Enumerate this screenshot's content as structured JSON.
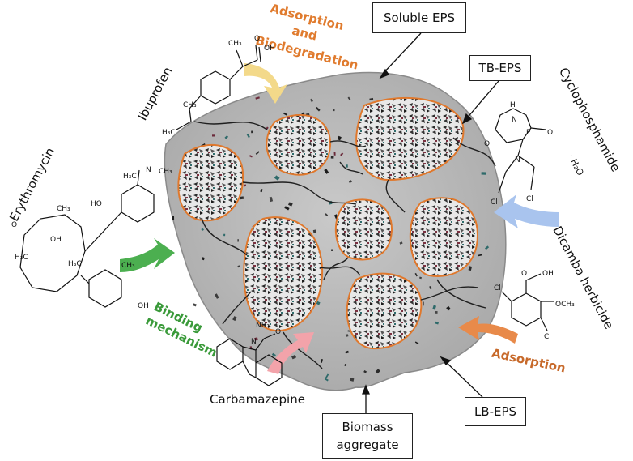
{
  "boxes": {
    "soluble_eps": "Soluble EPS",
    "tb_eps": "TB-EPS",
    "lb_eps": "LB-EPS",
    "biomass_line1": "Biomass",
    "biomass_line2": "aggregate"
  },
  "mechanisms": {
    "adsorption_biodeg_line1": "Adsorption",
    "adsorption_biodeg_line2": "and",
    "adsorption_biodeg_line3": "Biodegradation",
    "binding_line1": "Binding",
    "binding_line2": "mechanism",
    "adsorption": "Adsorption"
  },
  "compounds": {
    "ibuprofen": "Ibuprofen",
    "erythromycin": "Erythromycin",
    "cyclophosphamide": "Cyclophosphamide",
    "hydrate": "· H₂O",
    "dicamba": "Dicamba herbicide",
    "carbamazepine": "Carbamazepine"
  },
  "atoms": {
    "ch3": "CH₃",
    "oh": "OH",
    "o": "O",
    "h3c": "H₃C",
    "ho": "HO",
    "n": "N",
    "h": "H",
    "p": "P",
    "cl": "Cl",
    "och3": "OCH₃",
    "nh2": "NH₂"
  },
  "colors": {
    "aggregate_fill": "#b9b9b9",
    "floc_border": "#e0782c",
    "adsorption_text": "#e07b2e",
    "binding_text": "#3a9a3a",
    "adsorption_lower_text": "#c7692a",
    "arrow_yellow": "#f3d98a",
    "arrow_green": "#4caf50",
    "arrow_blue": "#a9c4ee",
    "arrow_pink": "#f3a3aa",
    "arrow_orange": "#e88a4a"
  }
}
